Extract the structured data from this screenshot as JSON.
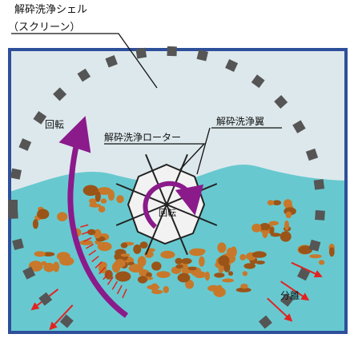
{
  "labels": {
    "shell_line1": "解砕洗浄シェル",
    "shell_line2": "（スクリーン）",
    "rotor": "解砕洗浄ローター",
    "blade": "解砕洗浄翼",
    "rotation_outer": "回転",
    "rotation_inner": "回転",
    "separation": "分離"
  },
  "colors": {
    "border": "#2e4f9a",
    "sky": "#dde8ec",
    "water": "#67c9cf",
    "screen_block": "#555555",
    "ore": "#c8782a",
    "ore_dark": "#9a5418",
    "arrow_purple": "#8b1a8b",
    "arrow_red": "#e3221f",
    "rotor_fill": "#f2f2f2"
  }
}
